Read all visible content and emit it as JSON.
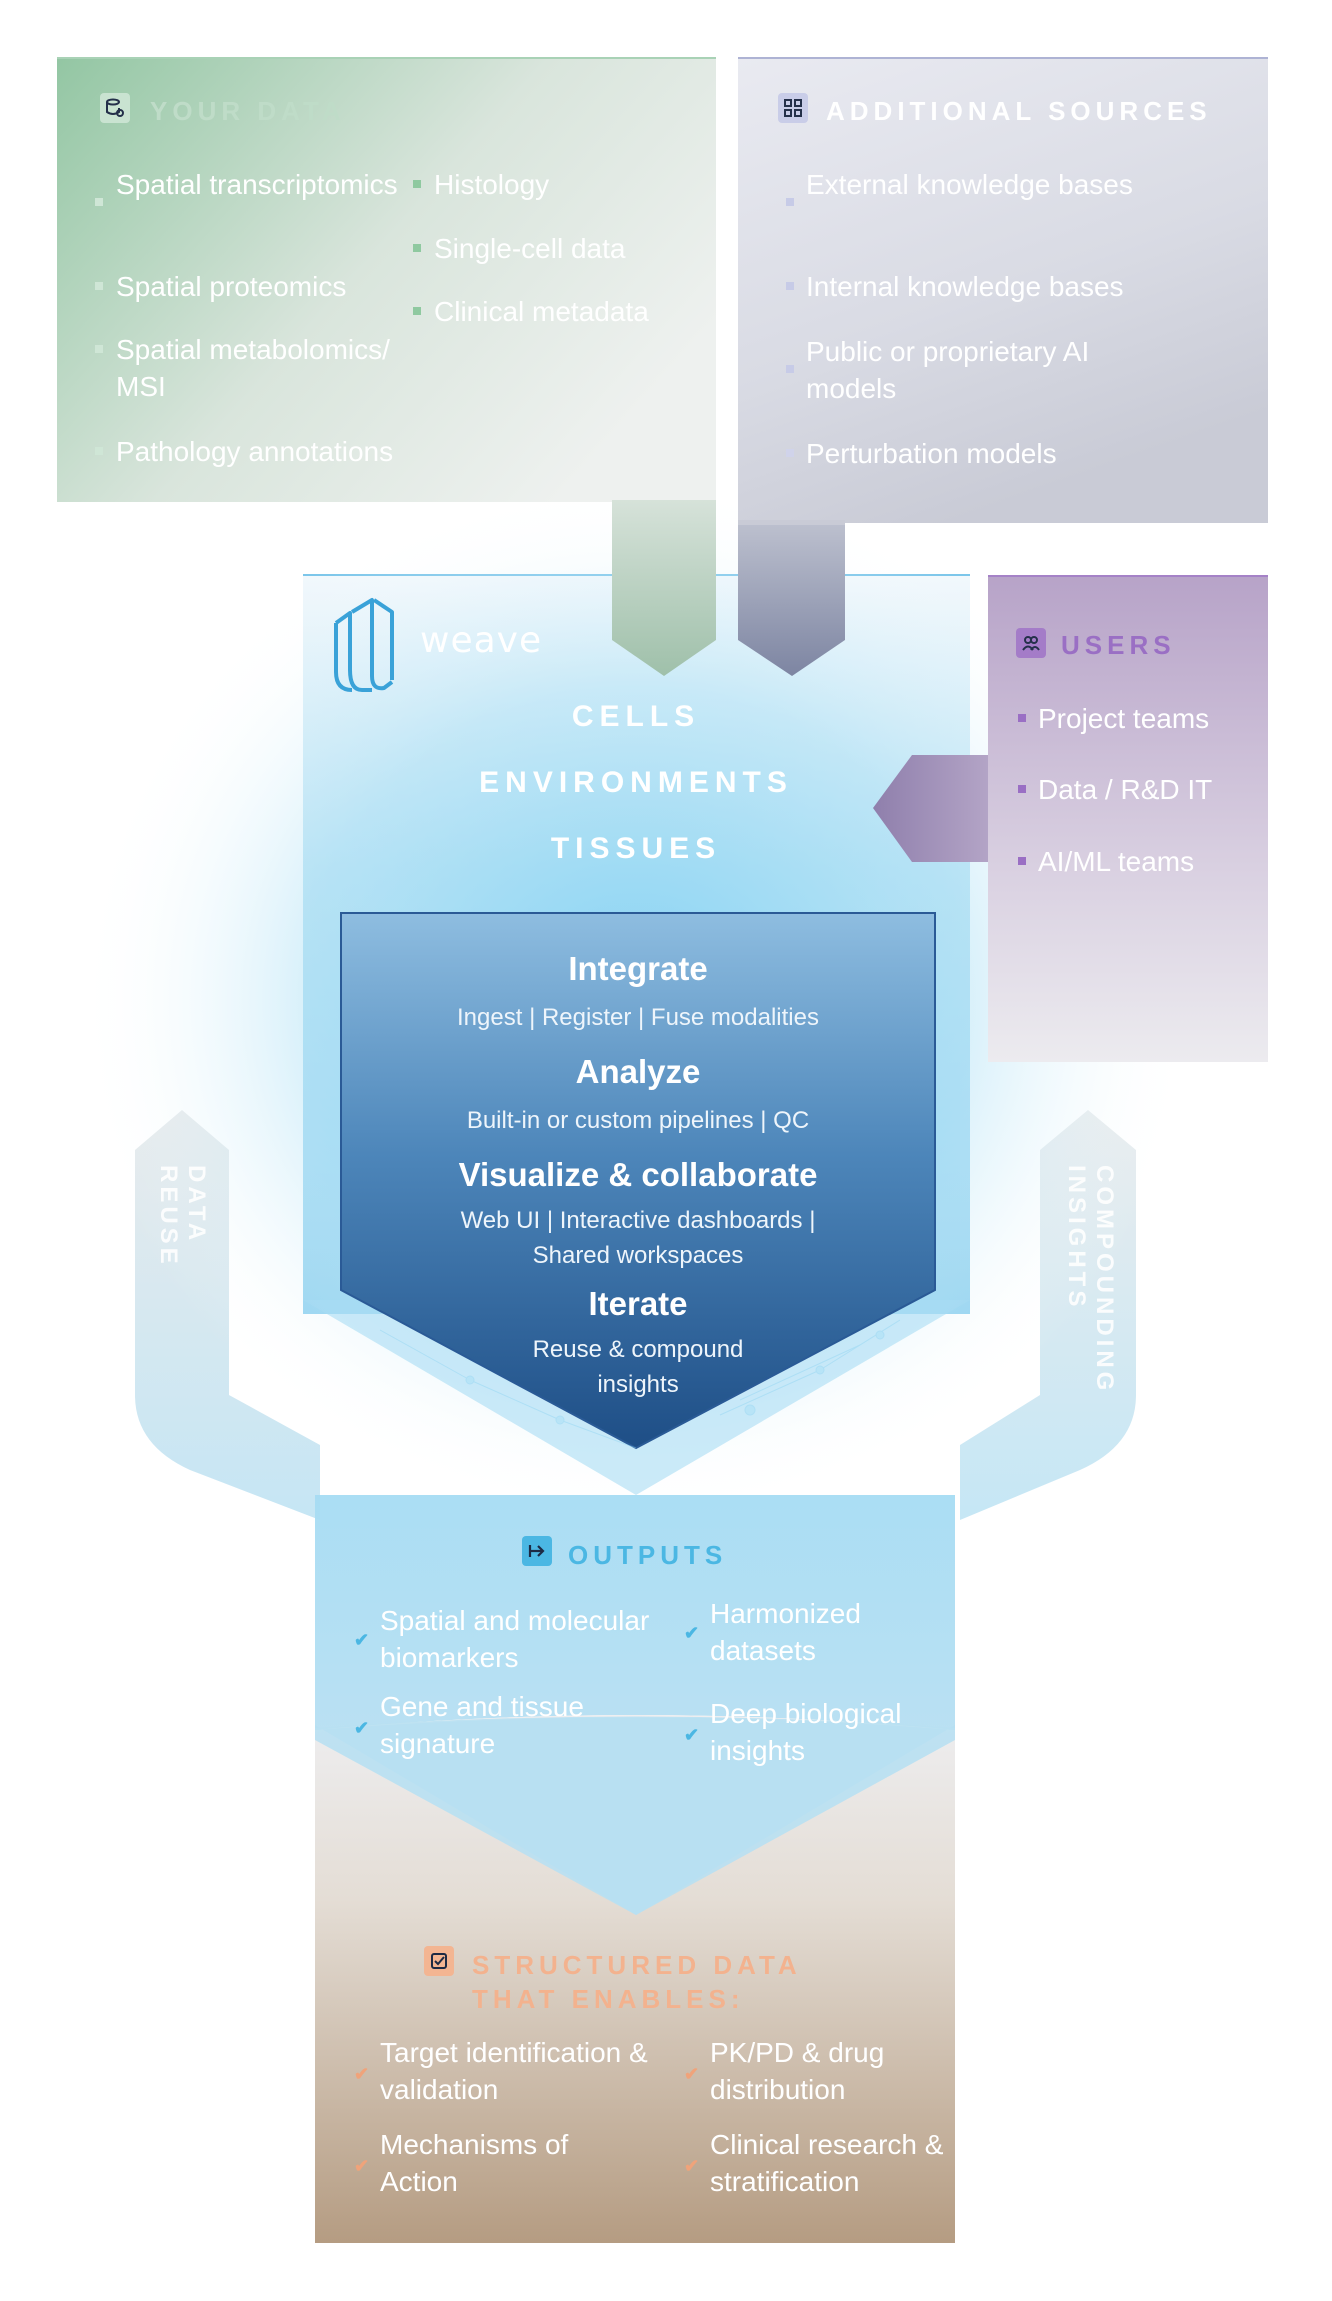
{
  "your_data": {
    "title": "YOUR DATA",
    "icon": "database-gear-icon",
    "left_items": [
      "Spatial transcriptomics",
      "Spatial proteomics",
      "Spatial metabolomics/ MSI",
      "Pathology annotations"
    ],
    "right_items": [
      "Histology",
      "Single-cell data",
      "Clinical metadata"
    ]
  },
  "additional_sources": {
    "title": "ADDITIONAL SOURCES",
    "icon": "network-nodes-icon",
    "items": [
      "External knowledge bases",
      "Internal knowledge bases",
      "Public or proprietary AI models",
      "Perturbation models"
    ]
  },
  "users": {
    "title": "USERS",
    "icon": "users-icon",
    "items": [
      "Project teams",
      "Data / R&D IT",
      "AI/ML teams"
    ]
  },
  "weave": {
    "logo_text": "weave",
    "core_labels": [
      "CELLS",
      "ENVIRONMENTS",
      "TISSUES"
    ],
    "stages": [
      {
        "title": "Integrate",
        "subtitle": "Ingest | Register | Fuse modalities"
      },
      {
        "title": "Analyze",
        "subtitle": "Built-in or custom pipelines | QC"
      },
      {
        "title": "Visualize & collaborate",
        "subtitle": "Web UI | Interactive dashboards | Shared workspaces"
      },
      {
        "title": "Iterate",
        "subtitle": "Reuse & compound insights"
      }
    ]
  },
  "feedback": {
    "left": "DATA REUSE",
    "right": "COMPOUNDING INSIGHTS"
  },
  "outputs": {
    "title": "OUTPUTS",
    "icon": "arrow-right-icon",
    "left_items": [
      "Spatial and molecular biomarkers",
      "Gene and tissue signature"
    ],
    "right_items": [
      "Harmonized datasets",
      "Deep biological insights"
    ]
  },
  "enables": {
    "title": "STRUCTURED DATA THAT ENABLES:",
    "icon": "checkbox-icon",
    "left_items": [
      "Target identification & validation",
      "Mechanisms of Action"
    ],
    "right_items": [
      "PK/PD & drug distribution",
      "Clinical research & stratification"
    ]
  },
  "colors": {
    "your_data_accent": "#8ec9a4",
    "sources_accent": "#b8bce0",
    "users_accent": "#9a6fc4",
    "outputs_accent": "#4bb7e3",
    "enables_accent": "#f0a37a",
    "core_dark": "#1e4e86"
  }
}
